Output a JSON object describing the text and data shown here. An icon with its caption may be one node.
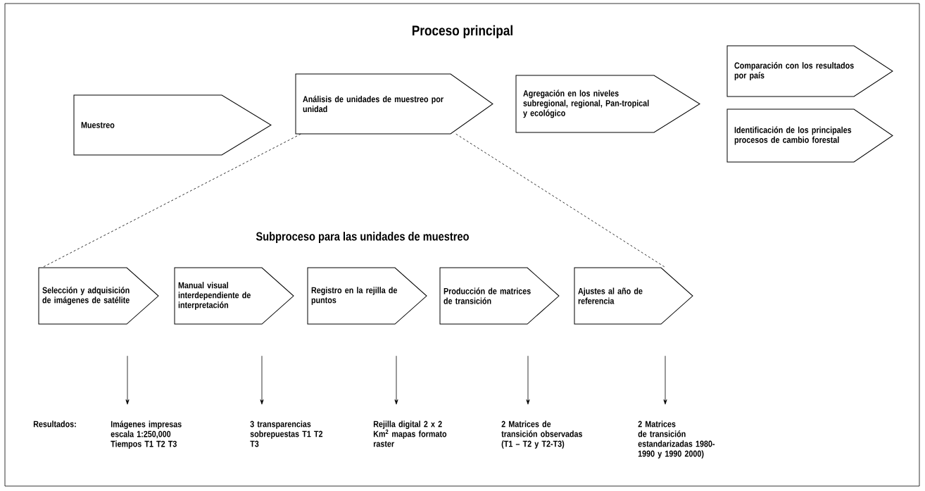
{
  "diagram": {
    "title": "Proceso principal",
    "nodes": [
      {
        "text": [
          "Muestreo"
        ]
      },
      {
        "text": [
          "Análisis de unidades de muestreo por unidad"
        ]
      },
      {
        "text": [
          "Agregación en los niveles subregional, regional, Pan-tropical y ecológico"
        ]
      },
      {
        "text": [
          "Comparación con los resultados por país"
        ]
      },
      {
        "text": [
          "Identificación de los principales procesos de cambio forestal"
        ]
      },
      {
        "text": [
          "Selección y adquisición de imágenes de satélite"
        ]
      },
      {
        "text": [
          "Manual visual interdependiente de interpretación"
        ]
      },
      {
        "text": [
          "Registro en la rejilla de puntos"
        ]
      },
      {
        "text": [
          "Producción de matrices de transición"
        ]
      },
      {
        "text": [
          "Ajustes al año de referencia"
        ]
      },
      {
        "text": [
          "Imágenes impresas escala 1:250,000 Tiempos T1 T2 T3"
        ]
      },
      {
        "text": [
          "3 transparencias sobrepuestas T1 T2 T3"
        ]
      },
      {
        "text": [
          "Rejilla digital 2 x 2 Km$^{2}$ mapas formato raster"
        ]
      },
      {
        "text": [
          "2 Matrices de transición observadas (T1 – T2 y T2-T3)"
        ]
      },
      {
        "text": [
          "2 Matrices de transición estandarizadas 1980-1990 y 1990 2000)"
        ]
      }
    ],
    "edges": [
      {
        "from": 1,
        "to": 5,
        "arrow": "none",
        "style": "dashed"
      },
      {
        "from": 1,
        "to": 9,
        "arrow": "none",
        "style": "dashed"
      },
      {
        "from": 5,
        "to": 10,
        "arrow": "to"
      },
      {
        "from": 6,
        "to": 11,
        "arrow": "to"
      },
      {
        "from": 7,
        "to": 12,
        "arrow": "to"
      },
      {
        "from": 8,
        "to": 13,
        "arrow": "to"
      },
      {
        "from": 9,
        "to": 14,
        "arrow": "to"
      }
    ],
    "labels": [
      "Subproceso para las unidades de muestreo",
      "Resultados:"
    ]
  }
}
